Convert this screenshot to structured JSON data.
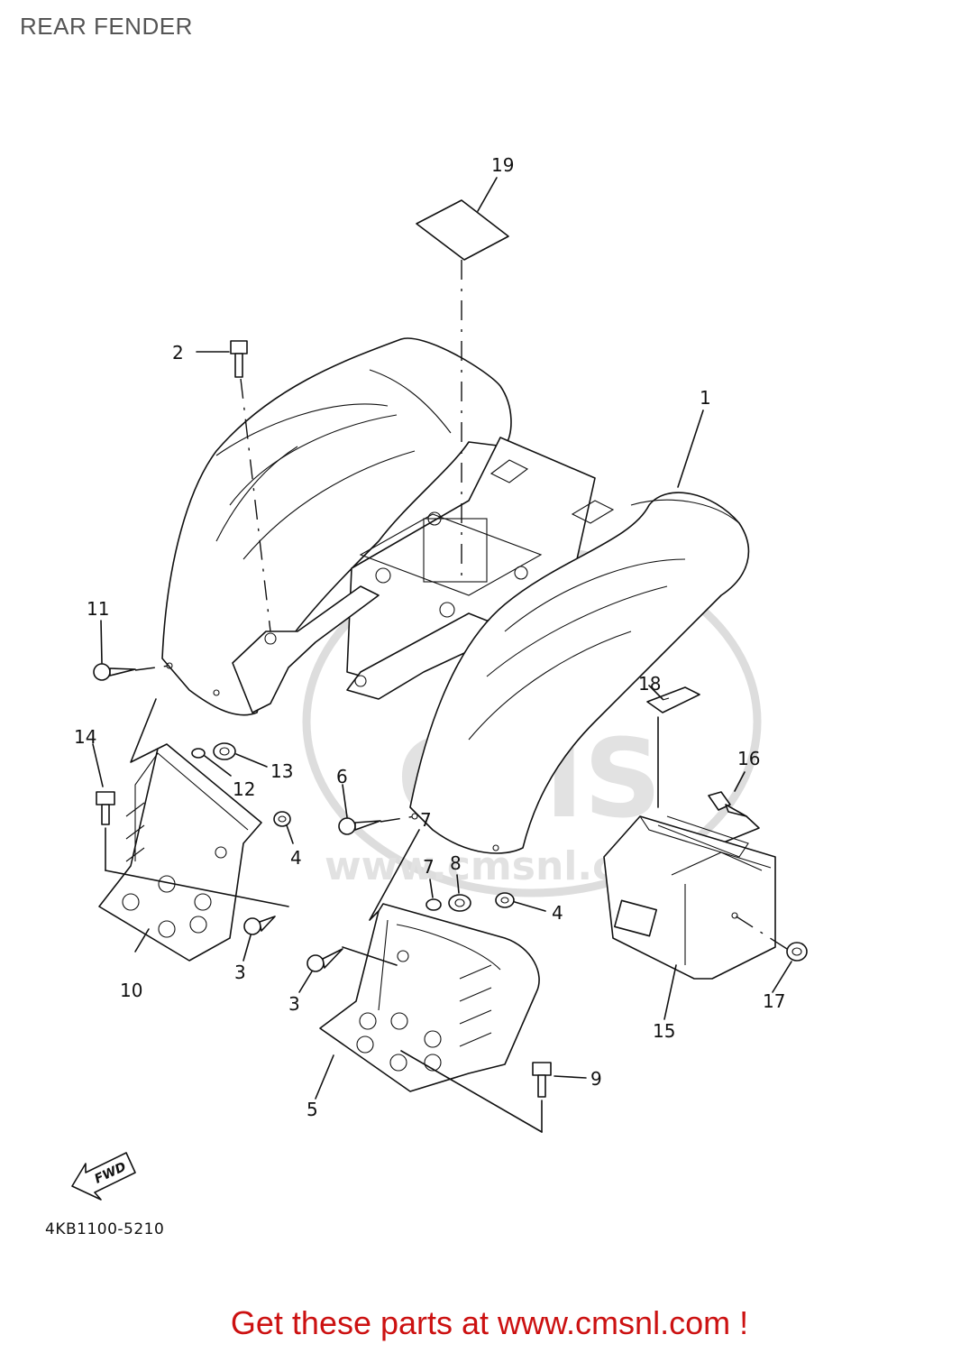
{
  "title": "REAR FENDER",
  "footer": "Get these parts at www.cmsnl.com !",
  "watermark": {
    "logo": "CMS",
    "site": "www.cmsnl.com"
  },
  "diagram_code": "4KB1100-5210",
  "fwd_label": "FWD",
  "callouts": {
    "c1": "1",
    "c2": "2",
    "c3a": "3",
    "c3b": "3",
    "c4a": "4",
    "c4b": "4",
    "c5": "5",
    "c6": "6",
    "c7a": "7",
    "c7b": "7",
    "c8": "8",
    "c9": "9",
    "c10": "10",
    "c11": "11",
    "c12": "12",
    "c13": "13",
    "c14": "14",
    "c15": "15",
    "c16": "16",
    "c17": "17",
    "c18": "18",
    "c19": "19"
  }
}
